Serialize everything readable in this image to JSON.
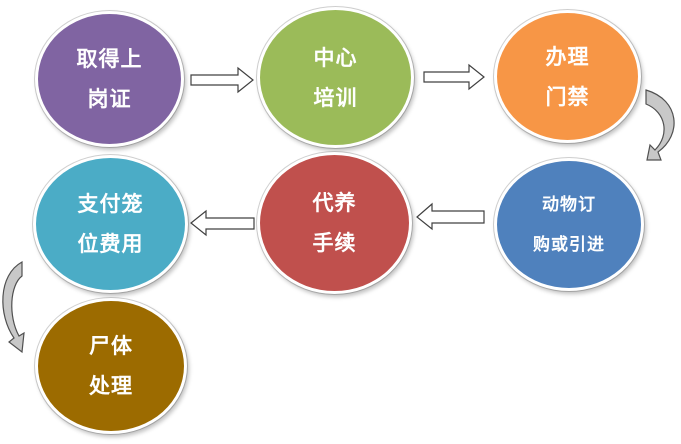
{
  "diagram": {
    "nodes": [
      {
        "id": "qude-shanggang-zheng",
        "lines": [
          "取得上",
          "岗证"
        ],
        "color": "#8064a2"
      },
      {
        "id": "zhongxin-peixun",
        "lines": [
          "中心",
          "培训"
        ],
        "color": "#9bbb59"
      },
      {
        "id": "banli-menjin",
        "lines": [
          "办理",
          "门禁"
        ],
        "color": "#f79646"
      },
      {
        "id": "dongwu-dinggou",
        "lines": [
          "动物订",
          "购或引进"
        ],
        "color": "#4f81bd"
      },
      {
        "id": "daiyang-shouxu",
        "lines": [
          "代养",
          "手续"
        ],
        "color": "#c0504d"
      },
      {
        "id": "zhifu-longwei-feiyong",
        "lines": [
          "支付笼",
          "位费用"
        ],
        "color": "#4bacc6"
      },
      {
        "id": "shiti-chuli",
        "lines": [
          "尸体",
          "处理"
        ],
        "color": "#9c6b00"
      }
    ]
  }
}
